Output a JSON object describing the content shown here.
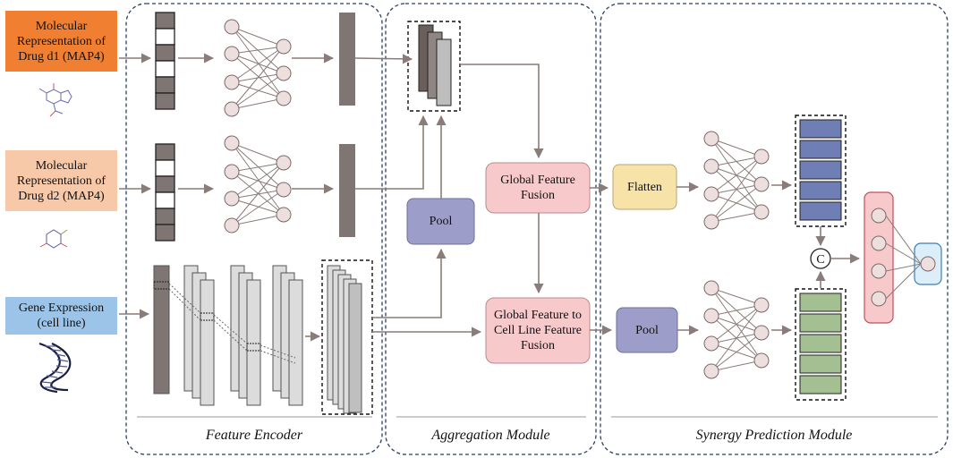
{
  "inputs": {
    "drug1": "Molecular Representation of Drug d1 (MAP4)",
    "drug2": "Molecular Representation of Drug d2 (MAP4)",
    "gene": "Gene Expression (cell line)"
  },
  "modules": {
    "global_fusion": "Global Feature Fusion",
    "cellline_fusion": "Global Feature to Cell Line Feature Fusion",
    "pool_agg": "Pool",
    "flatten": "Flatten",
    "pool_syn": "Pool",
    "concat_symbol": "C"
  },
  "sections": {
    "encoder": "Feature Encoder",
    "aggregation": "Aggregation Module",
    "synergy": "Synergy Prediction Module"
  },
  "colors": {
    "drug1_box": "#f07f32",
    "drug2_box": "#f8c9a8",
    "gene_box": "#9cc4e8",
    "fusion_box": "#f7c9cb",
    "pool_box": "#9d9dc9",
    "flatten_box": "#f7e3a8",
    "blue_layer": "#6f7fb5",
    "green_layer": "#a4bf92",
    "output_col": "#f7c9cb",
    "output_node": "#dceef9",
    "dark_bar": "#7f7572",
    "node": "#eedfdf",
    "arrow": "#8a7c78"
  },
  "icons": [
    "molecule-icon",
    "molecule-icon",
    "dna-icon"
  ]
}
